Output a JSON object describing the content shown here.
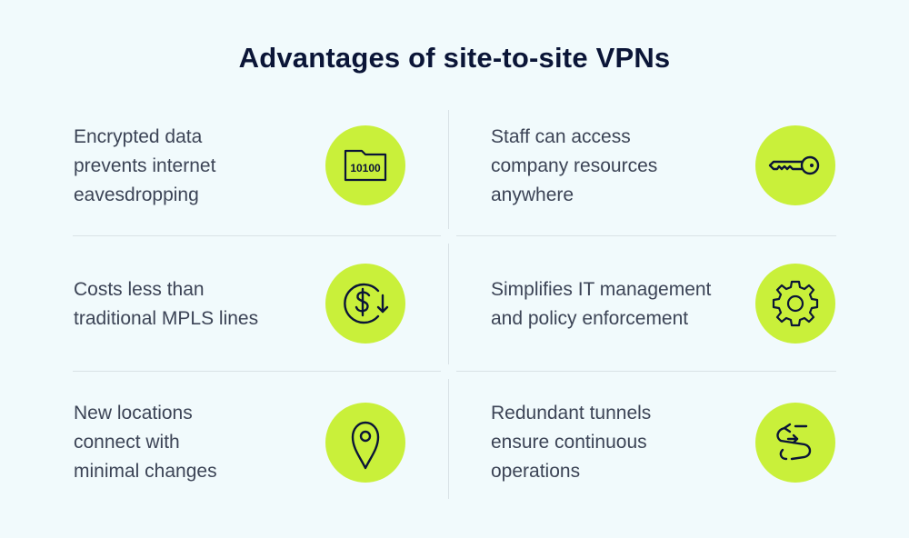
{
  "title": "Advantages of site-to-site VPNs",
  "accent_color": "#c9f03a",
  "items": [
    {
      "lines": [
        "Encrypted data",
        "prevents internet",
        "eavesdropping"
      ],
      "icon": "encrypted-folder-icon",
      "icon_text": "10100"
    },
    {
      "lines": [
        "Staff can access",
        "company resources",
        "anywhere"
      ],
      "icon": "key-icon"
    },
    {
      "lines": [
        "Costs less than",
        "traditional MPLS lines"
      ],
      "icon": "dollar-down-icon"
    },
    {
      "lines": [
        "Simplifies IT management",
        "and policy enforcement"
      ],
      "icon": "gear-icon"
    },
    {
      "lines": [
        "New locations",
        "connect with",
        "minimal changes"
      ],
      "icon": "location-pin-icon"
    },
    {
      "lines": [
        "Redundant tunnels",
        "ensure continuous",
        "operations"
      ],
      "icon": "redundant-loop-icon"
    }
  ]
}
